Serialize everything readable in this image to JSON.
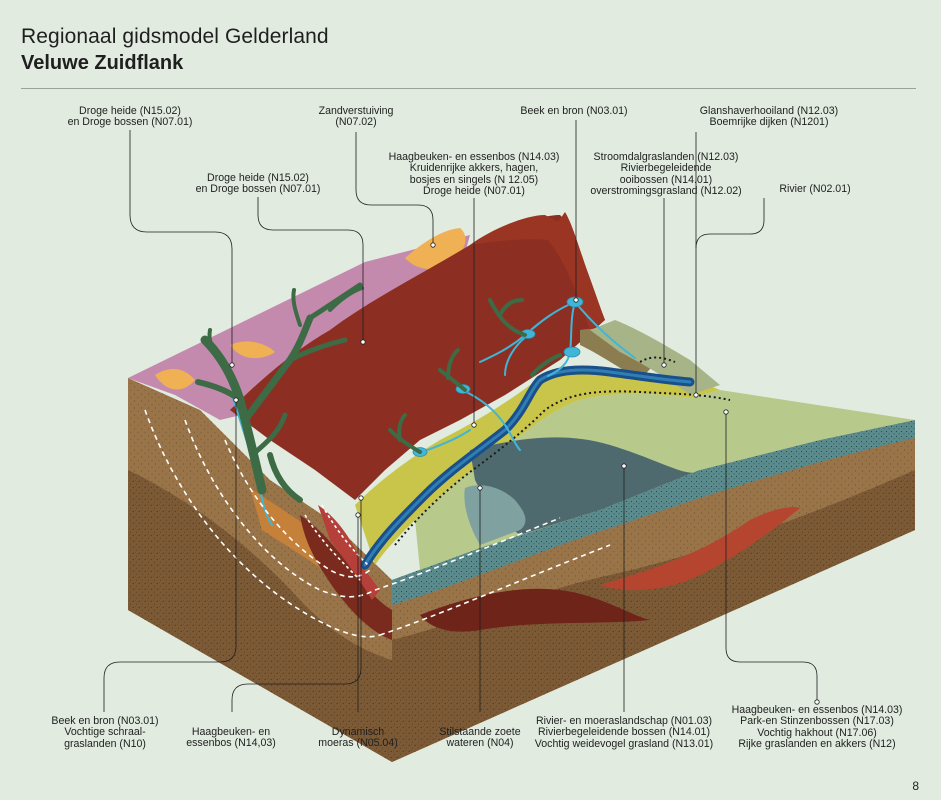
{
  "header": {
    "title": "Regionaal gidsmodel Gelderland",
    "subtitle": "Veluwe Zuidflank"
  },
  "page_number": "8",
  "labels": {
    "droge_heide_1": [
      "Droge heide (N15.02)",
      "en Droge bossen (N07.01)"
    ],
    "zandverstuiving": [
      "Zandverstuiving",
      "(N07.02)"
    ],
    "beek_bron_top": [
      "Beek en bron (N03.01)"
    ],
    "glanshaver": [
      "Glanshaverhooiland (N12.03)",
      "Boemrijke dijken (N1201)"
    ],
    "droge_heide_2": [
      "Droge heide (N15.02)",
      "en Droge bossen (N07.01)"
    ],
    "haagbeuken_top": [
      "Haagbeuken- en essenbos (N14.03)",
      "Kruidenrijke akkers, hagen,",
      "bosjes en singels (N 12.05)",
      "Droge heide (N07.01)"
    ],
    "stroomdal": [
      "Stroomdalgraslanden (N12.03)",
      "Rivierbegeleidende",
      "ooibossen (N14.01)",
      "overstromingsgrasland (N12.02)"
    ],
    "rivier": [
      "Rivier (N02.01)"
    ],
    "beek_bron_bottom": [
      "Beek en bron (N03.01)",
      "Vochtige schraal-",
      "graslanden (N10)"
    ],
    "haagbeuken_bottom": [
      "Haagbeuken- en",
      "essenbos (N14,03)"
    ],
    "dynamisch": [
      "Dynamisch",
      "moeras (N05.04)"
    ],
    "stilstaande": [
      "Stilstaande zoete",
      "wateren (N04)"
    ],
    "rivier_moeras": [
      "Rivier- en moeraslandschap (N01.03)",
      "Rivierbegeleidende bossen (N14.01)",
      "Vochtig weidevogel grasland (N13.01)"
    ],
    "haagbeuken_right": [
      "Haagbeuken- en essenbos (N14.03)",
      "Park-en Stinzenbossen (N17.03)",
      "Vochtig hakhout (N17.06)",
      "Rijke graslanden en akkers (N12)"
    ]
  }
}
